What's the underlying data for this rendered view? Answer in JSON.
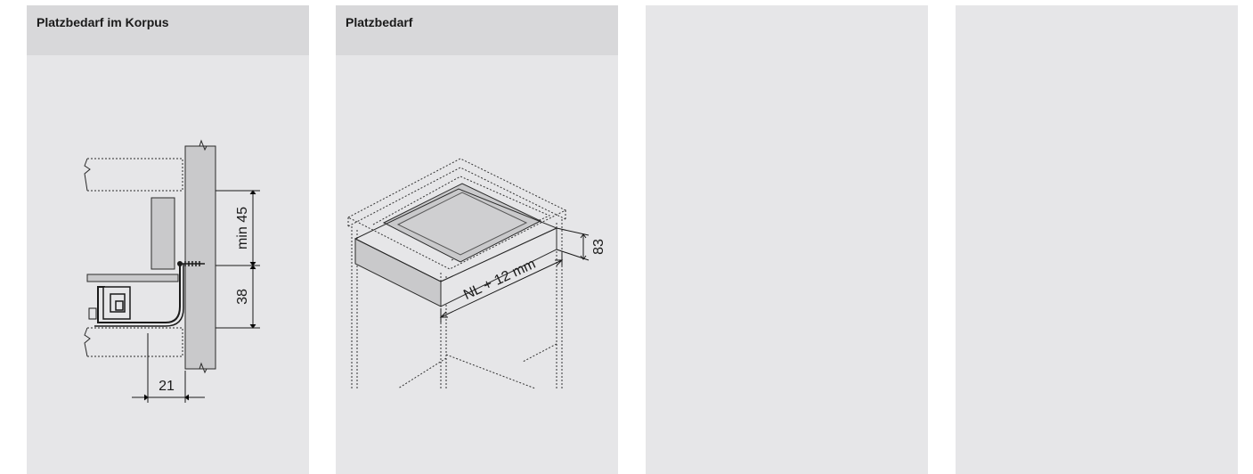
{
  "panels": [
    {
      "title": "Platzbedarf im Korpus",
      "dimensions": {
        "top": "min 45",
        "middle": "38",
        "bottom": "21"
      }
    },
    {
      "title": "Platzbedarf",
      "dimensions": {
        "height": "83",
        "length": "NL + 12 mm"
      }
    },
    {
      "title": ""
    },
    {
      "title": ""
    }
  ]
}
